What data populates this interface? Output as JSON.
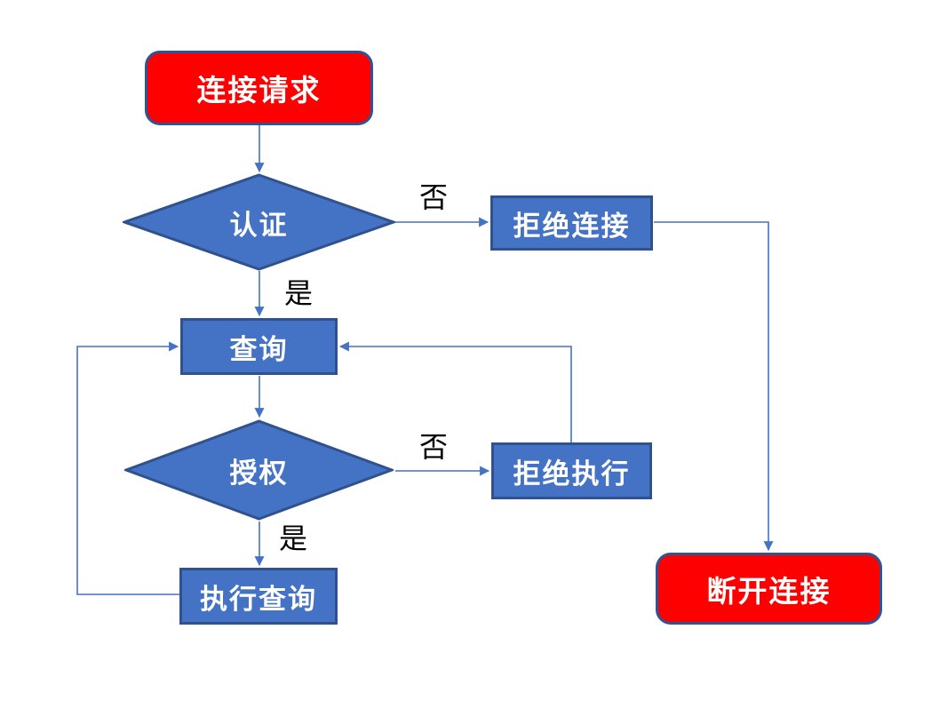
{
  "diagram": {
    "description": "Database connection authentication and authorization flowchart",
    "language": "zh-CN"
  },
  "colors": {
    "node_fill_blue": "#4472C4",
    "node_border_blue": "#2F528F",
    "node_fill_red": "#FE0000",
    "node_border_red": "#2F5496",
    "connector": "#4472C4",
    "node_text": "#FFFFFF",
    "label_text": "#000000"
  },
  "nodes": {
    "start": {
      "label": "连接请求",
      "shape": "rounded-rect",
      "type": "terminal"
    },
    "auth": {
      "label": "认证",
      "shape": "diamond",
      "type": "decision"
    },
    "reject_connect": {
      "label": "拒绝连接",
      "shape": "rect",
      "type": "process"
    },
    "query": {
      "label": "查询",
      "shape": "rect",
      "type": "process"
    },
    "authorize": {
      "label": "授权",
      "shape": "diamond",
      "type": "decision"
    },
    "reject_execute": {
      "label": "拒绝执行",
      "shape": "rect",
      "type": "process"
    },
    "execute_query": {
      "label": "执行查询",
      "shape": "rect",
      "type": "process"
    },
    "disconnect": {
      "label": "断开连接",
      "shape": "rounded-rect",
      "type": "terminal"
    }
  },
  "edges": [
    {
      "from": "start",
      "to": "auth",
      "label": ""
    },
    {
      "from": "auth",
      "to": "reject_connect",
      "label": "否"
    },
    {
      "from": "auth",
      "to": "query",
      "label": "是"
    },
    {
      "from": "reject_connect",
      "to": "disconnect",
      "label": ""
    },
    {
      "from": "query",
      "to": "authorize",
      "label": ""
    },
    {
      "from": "authorize",
      "to": "reject_execute",
      "label": "否"
    },
    {
      "from": "authorize",
      "to": "execute_query",
      "label": "是"
    },
    {
      "from": "reject_execute",
      "to": "query",
      "label": ""
    },
    {
      "from": "execute_query",
      "to": "query",
      "label": ""
    }
  ]
}
